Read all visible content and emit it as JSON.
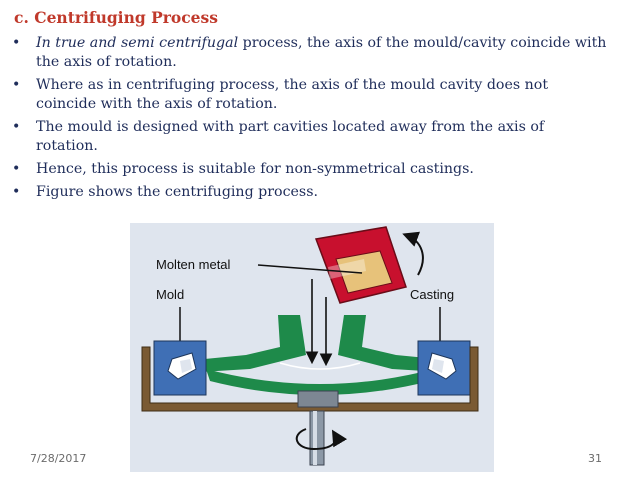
{
  "slide": {
    "heading": "c. Centrifuging Process",
    "bullets": [
      {
        "marker": "•",
        "italic": "In true and semi centrifugal",
        "text": " process, the axis of the mould/cavity coincide with the axis of rotation."
      },
      {
        "marker": "•",
        "italic": "",
        "text": "Where as in centrifuging process, the axis of the mould cavity does not coincide with the axis of rotation."
      },
      {
        "marker": "•",
        "italic": "",
        "text": "The mould is designed with part cavities located away from the axis of rotation."
      },
      {
        "marker": "•",
        "italic": "",
        "text": " Hence, this process is suitable for non-symmetrical castings."
      },
      {
        "marker": "•",
        "italic": "",
        "text": "Figure shows the centrifuging process."
      }
    ]
  },
  "figure": {
    "labels": {
      "molten_metal": "Molten metal",
      "mold": "Mold",
      "casting": "Casting"
    },
    "colors": {
      "background": "#dfe5ee",
      "ladle": "#c8102e",
      "metal": "#e7c27a",
      "sprue": "#1e8a4a",
      "mold": "#3f6fb5",
      "table": "#7a5a33",
      "shaft": "#8c98a6"
    }
  },
  "footer": {
    "date": "7/28/2017",
    "page": "31"
  }
}
